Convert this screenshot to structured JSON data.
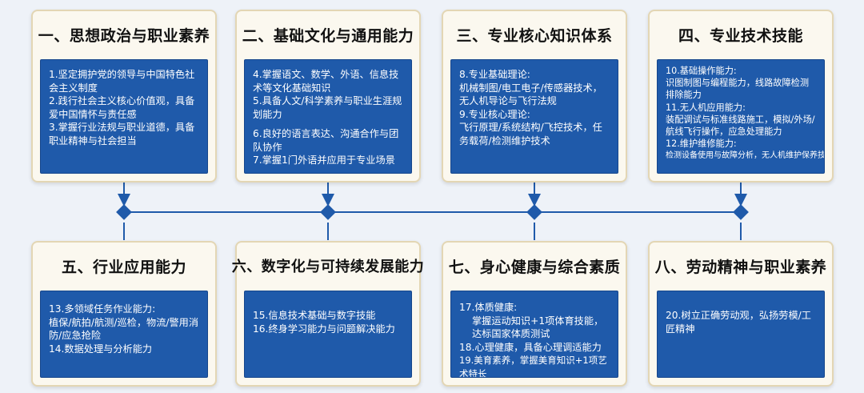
{
  "colors": {
    "card_bg": "#fbf8ef",
    "card_border": "#e3d6b4",
    "content_bg": "#1f5aaa",
    "connector": "#1f5aaa"
  },
  "cards": [
    {
      "title": "一、思想政治与职业素养",
      "lines": [
        "1.坚定拥护党的领导与中国特色社会主义制度",
        "2.践行社会主义核心价值观，具备爱中国情怀与责任感",
        "3.掌握行业法规与职业道德，具备职业精神与社会担当"
      ]
    },
    {
      "title": "二、基础文化与通用能力",
      "lines": [
        "4.掌握语文、数学、外语、信息技术等文化基础知识",
        "5.具备人文/科学素养与职业生涯规划能力",
        "",
        "6.良好的语言表达、沟通合作与团队协作",
        "7.掌握1门外语并应用于专业场景"
      ]
    },
    {
      "title": "三、专业核心知识体系",
      "lines": [
        "8.专业基础理论:",
        "机械制图/电工电子/传感器技术，无人机导论与飞行法规",
        "9.专业核心理论:",
        "飞行原理/系统结构/飞控技术，任务载荷/检测维护技术"
      ]
    },
    {
      "title": "四、专业技术技能",
      "lines": [
        "10.基础操作能力:",
        "识图制图与编程能力，线路故障检测排除能力",
        "11.无人机应用能力:",
        "装配调试与标准线路施工，模拟/外场/航线飞行操作，应急处理能力",
        "12.维护维修能力:",
        "检测设备使用与故障分析，无人机维护保养技能"
      ]
    },
    {
      "title": "五、行业应用能力",
      "lines": [
        "13.多领域任务作业能力:",
        "植保/航拍/航测/巡检，物流/警用消防/应急抢险",
        "14.数据处理与分析能力"
      ]
    },
    {
      "title": "六、数字化与可持续发展能力",
      "lines": [
        "15.信息技术基础与数字技能",
        "16.终身学习能力与问题解决能力"
      ]
    },
    {
      "title": "七、身心健康与综合素质",
      "lines": [
        "17.体质健康:",
        "掌握运动知识+1项体育技能，达标国家体质测试",
        "18.心理健康，具备心理调适能力",
        "19.美育素养，掌握美育知识+1项艺术特长"
      ]
    },
    {
      "title": "八、劳动精神与职业素养",
      "lines": [
        "20.树立正确劳动观，弘扬劳模/工匠精神"
      ]
    }
  ]
}
